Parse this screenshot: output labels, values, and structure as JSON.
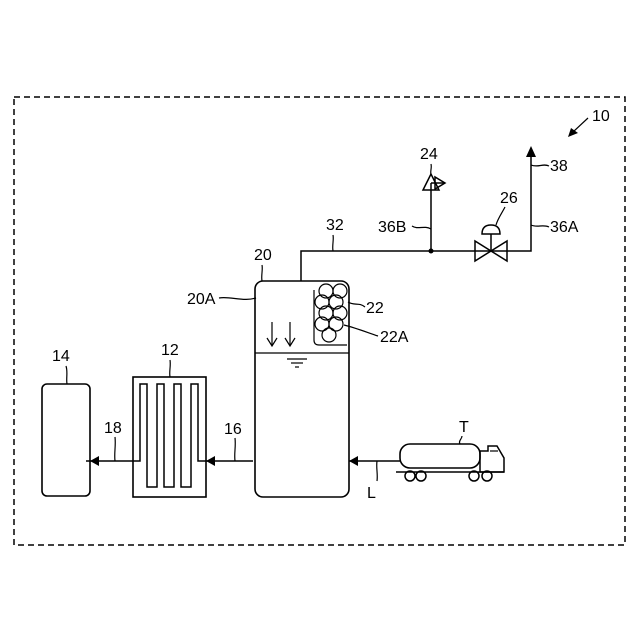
{
  "diagram": {
    "labels": {
      "system": "10",
      "tank_14": "14",
      "unit_12": "12",
      "line_18": "18",
      "line_16": "16",
      "vessel_20": "20",
      "vessel_top_20A": "20A",
      "packing_22": "22",
      "packing_22A": "22A",
      "pipe_32": "32",
      "branch_36B": "36B",
      "branch_36A": "36A",
      "relief_valve_24": "24",
      "control_valve_26": "26",
      "vent_38": "38",
      "truck_T": "T",
      "line_L": "L"
    }
  }
}
